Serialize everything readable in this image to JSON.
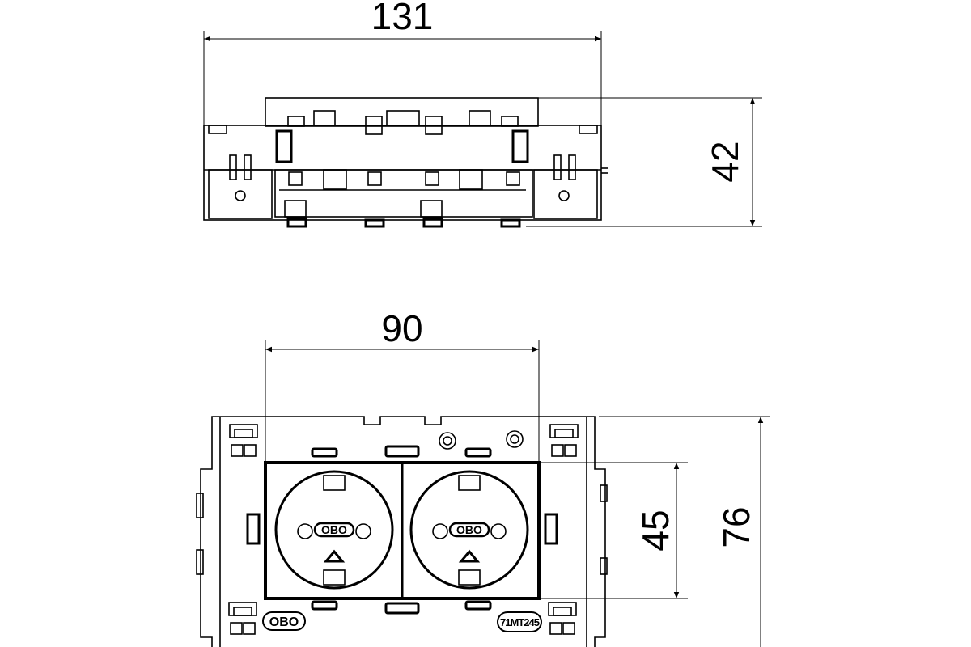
{
  "drawing": {
    "top_view": {
      "width_dimension": "131",
      "height_dimension": "42"
    },
    "front_view": {
      "insert_width_dimension": "90",
      "insert_height_dimension": "45",
      "plate_height_dimension": "76"
    },
    "socket_logo": "OBO",
    "brand_marking": "OBO",
    "part_marking": "71MT245"
  }
}
